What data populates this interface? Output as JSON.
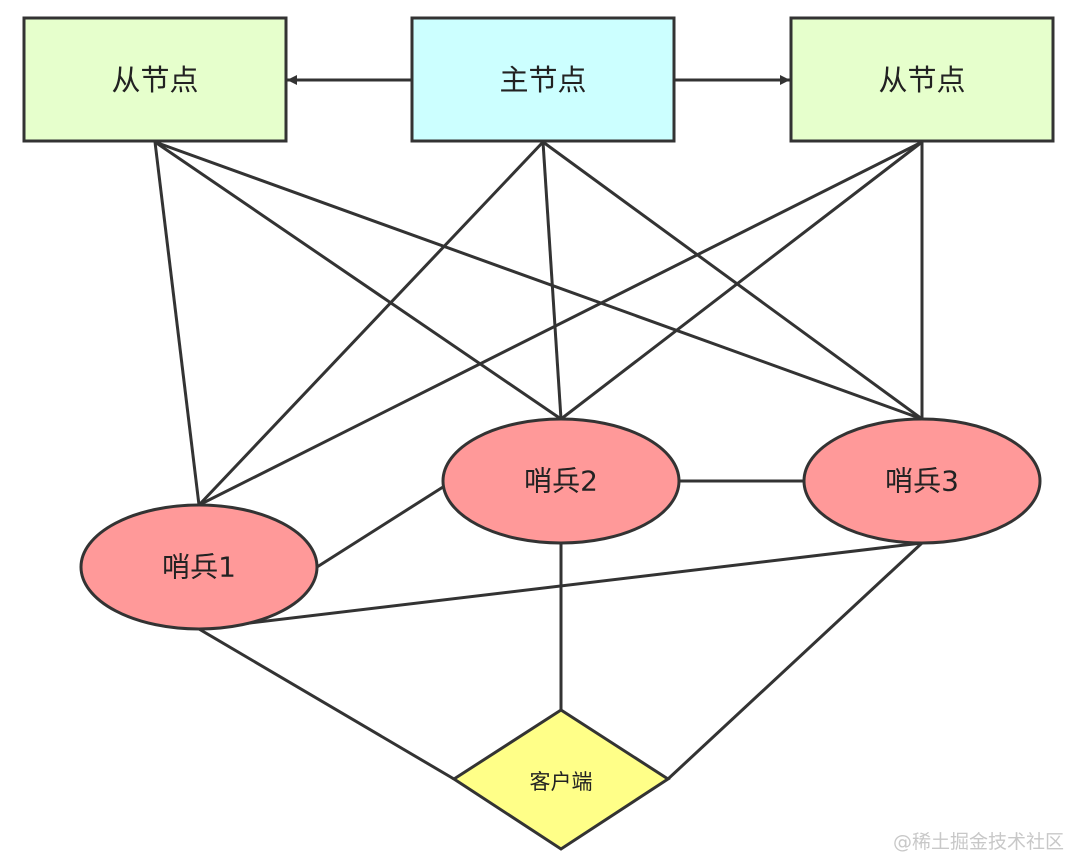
{
  "nodes": {
    "master": {
      "label": "主节点",
      "fill": "#CCFFFF"
    },
    "slave_left": {
      "label": "从节点",
      "fill": "#E6FFCC"
    },
    "slave_right": {
      "label": "从节点",
      "fill": "#E6FFCC"
    },
    "sentinel_1": {
      "label": "哨兵1",
      "fill": "#FF9999"
    },
    "sentinel_2": {
      "label": "哨兵2",
      "fill": "#FF9999"
    },
    "sentinel_3": {
      "label": "哨兵3",
      "fill": "#FF9999"
    },
    "client": {
      "label": "客户端",
      "fill": "#FFFF88"
    }
  },
  "edges": [
    {
      "from": "master",
      "to": "slave_left",
      "arrow": true
    },
    {
      "from": "master",
      "to": "slave_right",
      "arrow": true
    },
    {
      "from": "slave_left",
      "to": "sentinel_1",
      "arrow": false
    },
    {
      "from": "slave_left",
      "to": "sentinel_2",
      "arrow": false
    },
    {
      "from": "slave_left",
      "to": "sentinel_3",
      "arrow": false
    },
    {
      "from": "master",
      "to": "sentinel_1",
      "arrow": false
    },
    {
      "from": "master",
      "to": "sentinel_2",
      "arrow": false
    },
    {
      "from": "master",
      "to": "sentinel_3",
      "arrow": false
    },
    {
      "from": "slave_right",
      "to": "sentinel_1",
      "arrow": false
    },
    {
      "from": "slave_right",
      "to": "sentinel_2",
      "arrow": false
    },
    {
      "from": "slave_right",
      "to": "sentinel_3",
      "arrow": false
    },
    {
      "from": "sentinel_1",
      "to": "sentinel_2",
      "arrow": false
    },
    {
      "from": "sentinel_2",
      "to": "sentinel_3",
      "arrow": false
    },
    {
      "from": "sentinel_1",
      "to": "sentinel_3",
      "arrow": false
    },
    {
      "from": "sentinel_1",
      "to": "client",
      "arrow": false
    },
    {
      "from": "sentinel_2",
      "to": "client",
      "arrow": false
    },
    {
      "from": "sentinel_3",
      "to": "client",
      "arrow": false
    }
  ],
  "colors": {
    "stroke": "#333333",
    "text": "#222222"
  },
  "watermark": "@稀土掘金技术社区"
}
